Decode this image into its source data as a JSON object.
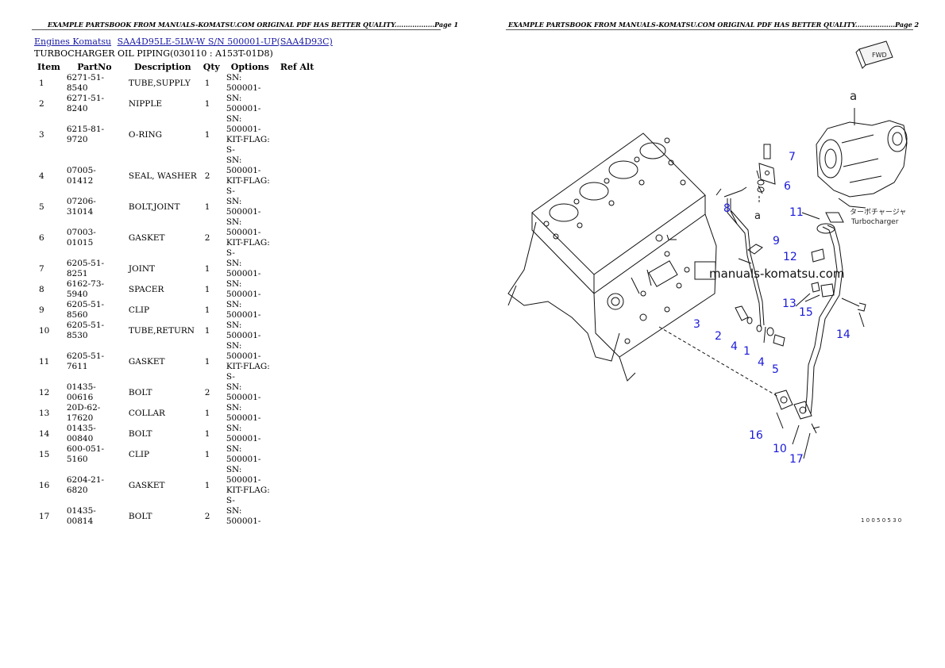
{
  "header": {
    "left": "EXAMPLE PARTSBOOK FROM MANUALS-KOMATSU.COM ORIGINAL PDF HAS BETTER QUALITY..................Page 1",
    "right": "EXAMPLE PARTSBOOK FROM MANUALS-KOMATSU.COM ORIGINAL PDF HAS BETTER QUALITY..................Page 2"
  },
  "breadcrumb": {
    "engines_link": "Engines Komatsu",
    "model_link": "SAA4D95LE-5LW-W S/N 500001-UP(SAA4D93C)"
  },
  "section_title": "TURBOCHARGER OIL PIPING(030110 : A153T-01D8)",
  "table": {
    "columns": [
      "Item",
      "PartNo",
      "Description",
      "Qty",
      "Options",
      "Ref Alt"
    ],
    "rows": [
      {
        "item": "1",
        "partno": "6271-51-8540",
        "desc": "TUBE,SUPPLY",
        "qty": "1",
        "opt1": "SN: 500001-",
        "opt2": ""
      },
      {
        "item": "2",
        "partno": "6271-51-8240",
        "desc": "NIPPLE",
        "qty": "1",
        "opt1": "SN: 500001-",
        "opt2": ""
      },
      {
        "item": "3",
        "partno": "6215-81-9720",
        "desc": "O-RING",
        "qty": "1",
        "opt1": "SN: 500001-",
        "opt2": "KIT-FLAG: S-"
      },
      {
        "item": "4",
        "partno": "07005-01412",
        "desc": "SEAL, WASHER",
        "qty": "2",
        "opt1": "SN: 500001-",
        "opt2": "KIT-FLAG: S-"
      },
      {
        "item": "5",
        "partno": "07206-31014",
        "desc": "BOLT,JOINT",
        "qty": "1",
        "opt1": "SN: 500001-",
        "opt2": ""
      },
      {
        "item": "6",
        "partno": "07003-01015",
        "desc": "GASKET",
        "qty": "2",
        "opt1": "SN: 500001-",
        "opt2": "KIT-FLAG: S-"
      },
      {
        "item": "7",
        "partno": "6205-51-8251",
        "desc": "JOINT",
        "qty": "1",
        "opt1": "SN: 500001-",
        "opt2": ""
      },
      {
        "item": "8",
        "partno": "6162-73-5940",
        "desc": "SPACER",
        "qty": "1",
        "opt1": "SN: 500001-",
        "opt2": ""
      },
      {
        "item": "9",
        "partno": "6205-51-8560",
        "desc": "CLIP",
        "qty": "1",
        "opt1": "SN: 500001-",
        "opt2": ""
      },
      {
        "item": "10",
        "partno": "6205-51-8530",
        "desc": "TUBE,RETURN",
        "qty": "1",
        "opt1": "SN: 500001-",
        "opt2": ""
      },
      {
        "item": "11",
        "partno": "6205-51-7611",
        "desc": "GASKET",
        "qty": "1",
        "opt1": "SN: 500001-",
        "opt2": "KIT-FLAG: S-"
      },
      {
        "item": "12",
        "partno": "01435-00616",
        "desc": "BOLT",
        "qty": "2",
        "opt1": "SN: 500001-",
        "opt2": ""
      },
      {
        "item": "13",
        "partno": "20D-62-17620",
        "desc": "COLLAR",
        "qty": "1",
        "opt1": "SN: 500001-",
        "opt2": ""
      },
      {
        "item": "14",
        "partno": "01435-00840",
        "desc": "BOLT",
        "qty": "1",
        "opt1": "SN: 500001-",
        "opt2": ""
      },
      {
        "item": "15",
        "partno": "600-051-5160",
        "desc": "CLIP",
        "qty": "1",
        "opt1": "SN: 500001-",
        "opt2": ""
      },
      {
        "item": "16",
        "partno": "6204-21-6820",
        "desc": "GASKET",
        "qty": "1",
        "opt1": "SN: 500001-",
        "opt2": "KIT-FLAG: S-"
      },
      {
        "item": "17",
        "partno": "01435-00814",
        "desc": "BOLT",
        "qty": "2",
        "opt1": "SN: 500001-",
        "opt2": ""
      }
    ]
  },
  "diagram": {
    "callouts": [
      "1",
      "2",
      "3",
      "4",
      "4",
      "5",
      "6",
      "7",
      "8",
      "9",
      "10",
      "11",
      "12",
      "13",
      "14",
      "15",
      "16",
      "17"
    ],
    "label_a_top": "a",
    "label_a_lower": "a",
    "fwd_label": "FWD",
    "turbo_jp": "ターボチャージャ",
    "turbo_en": "Turbocharger",
    "drawing_code": "1 0 0 5 0 5 3 0",
    "watermark": "manuals-komatsu.com"
  },
  "colors": {
    "callout": "#1a1adb",
    "link": "#1a1aa6"
  }
}
